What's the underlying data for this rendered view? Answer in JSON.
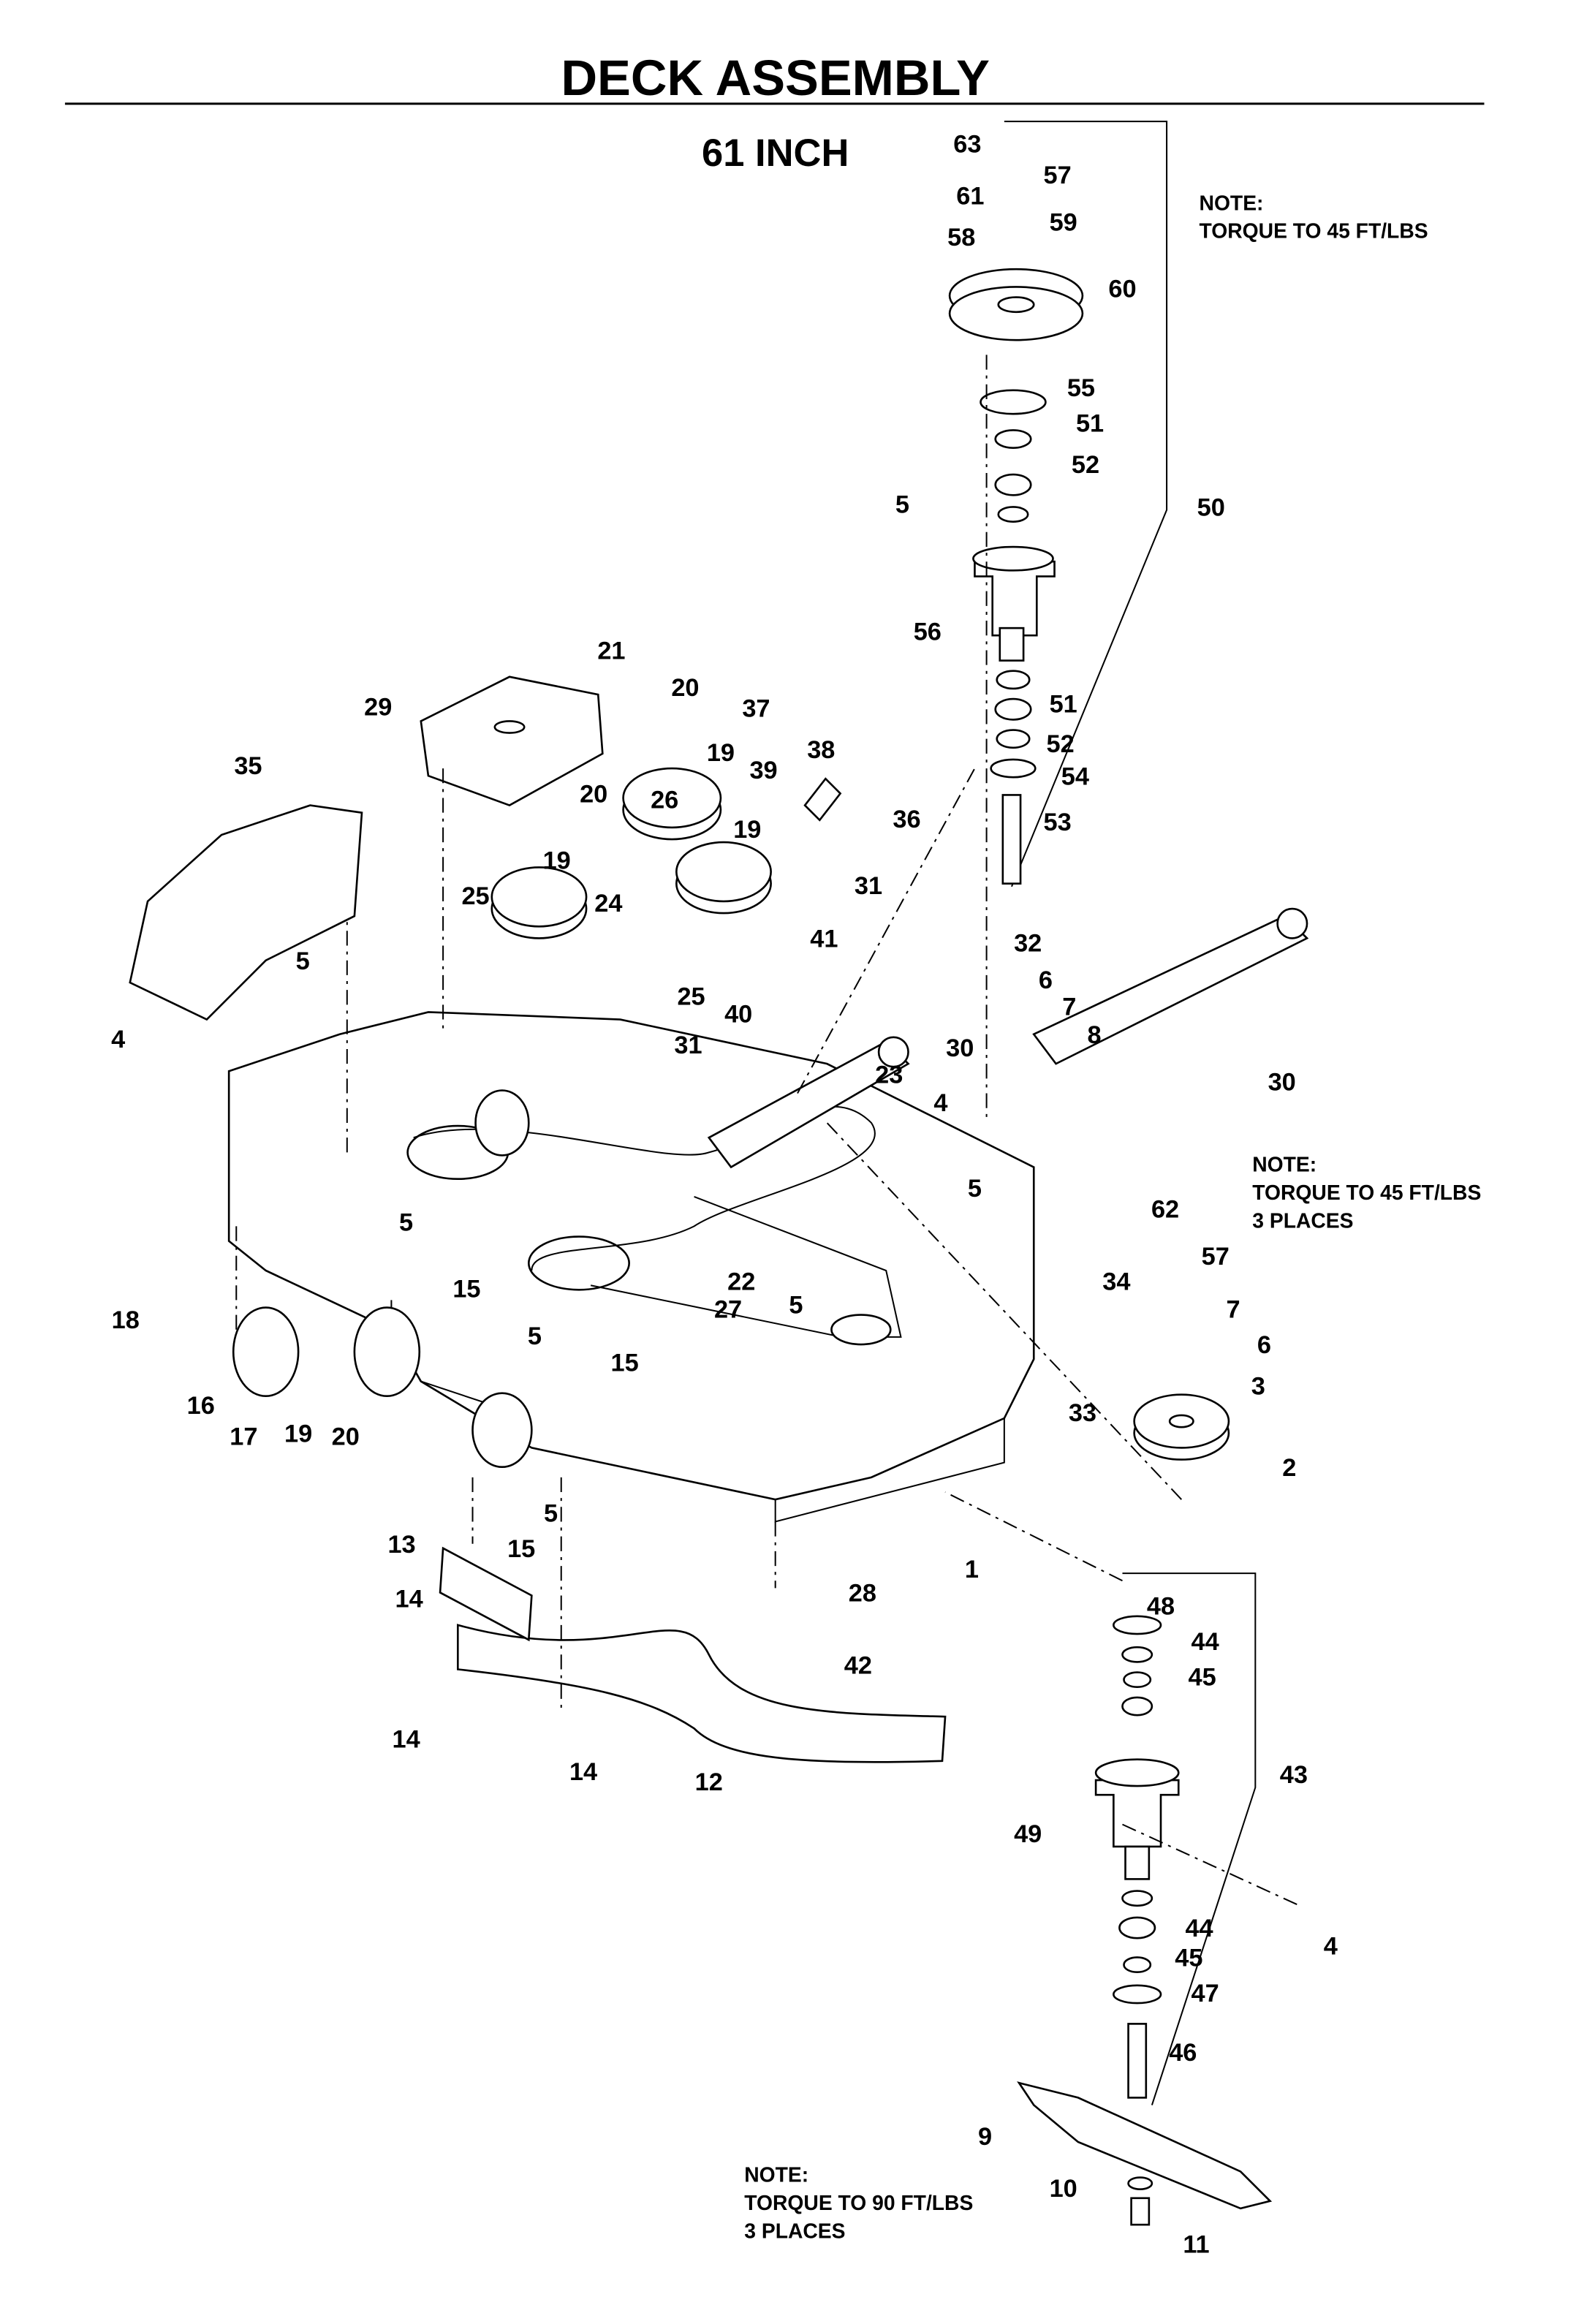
{
  "title": "DECK ASSEMBLY",
  "subtitle": "61 INCH",
  "notes": [
    {
      "lines": [
        "NOTE:",
        "TORQUE TO 45 FT/LBS"
      ]
    },
    {
      "lines": [
        "NOTE:",
        "TORQUE TO 45 FT/LBS",
        "3 PLACES"
      ]
    },
    {
      "lines": [
        "NOTE:",
        "TORQUE TO 90 FT/LBS",
        "3 PLACES"
      ]
    }
  ],
  "part_labels": [
    "63",
    "57",
    "61",
    "59",
    "58",
    "60",
    "55",
    "51",
    "52",
    "5",
    "50",
    "56",
    "21",
    "20",
    "37",
    "29",
    "38",
    "19",
    "51",
    "52",
    "54",
    "35",
    "39",
    "20",
    "19",
    "36",
    "53",
    "19",
    "26",
    "31",
    "25",
    "24",
    "41",
    "32",
    "6",
    "7",
    "8",
    "5",
    "25",
    "40",
    "4",
    "30",
    "31",
    "23",
    "4",
    "30",
    "5",
    "5",
    "62",
    "57",
    "15",
    "22",
    "27",
    "5",
    "34",
    "7",
    "18",
    "5",
    "15",
    "6",
    "3",
    "16",
    "17",
    "19",
    "20",
    "33",
    "2",
    "1",
    "5",
    "13",
    "15",
    "14",
    "28",
    "48",
    "44",
    "45",
    "42",
    "14",
    "14",
    "12",
    "43",
    "49",
    "4",
    "44",
    "45",
    "47",
    "46",
    "9",
    "10",
    "11"
  ],
  "colors": {
    "ink": "#000000",
    "background": "#ffffff"
  }
}
